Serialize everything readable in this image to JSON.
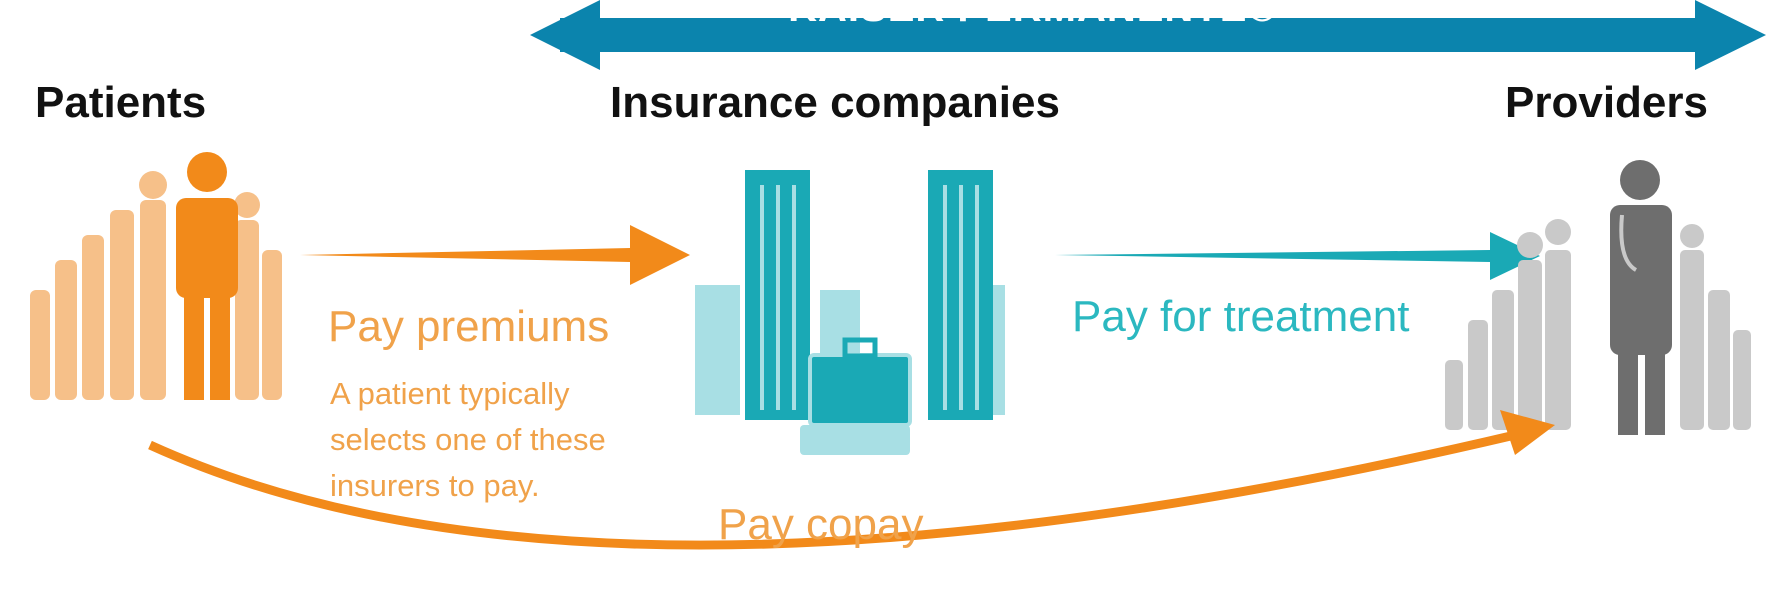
{
  "brand": {
    "name": "KAISER PERMANENTE®"
  },
  "headings": {
    "patients": "Patients",
    "insurance": "Insurance companies",
    "providers": "Providers"
  },
  "flows": {
    "premiums": "Pay premiums",
    "premiums_note": [
      "A patient typically",
      "selects one of these",
      "insurers to pay."
    ],
    "treatment": "Pay for treatment",
    "copay": "Pay copay"
  },
  "colors": {
    "kaiser_blue": "#0b84ad",
    "orange": "#f28a1a",
    "light_orange": "#f6c089",
    "teal": "#1aa9b5",
    "light_teal": "#a8dfe4",
    "gray": "#b5b5b5",
    "dark_gray": "#6e6e6e"
  },
  "icons": [
    "people-icon",
    "buildings-briefcase-icon",
    "doctor-group-icon"
  ]
}
